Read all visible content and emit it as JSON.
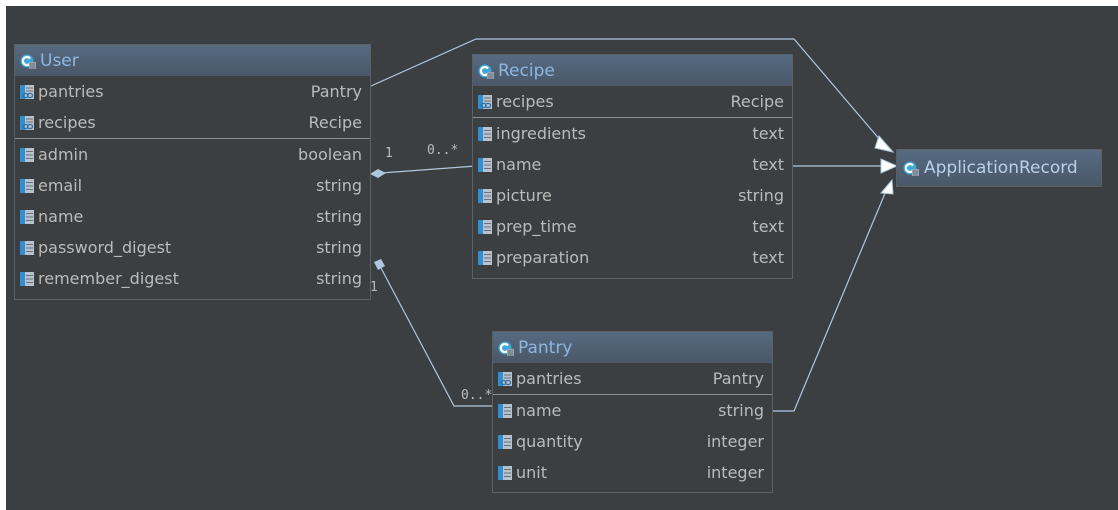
{
  "icons": {
    "class": "class-icon",
    "field": "field-icon",
    "association": "association-icon"
  },
  "colors": {
    "canvas": "#3c3f41",
    "header": "#566a80",
    "edge": "#afc6e0",
    "text": "#bbbbbb",
    "header_text": "#8fb6e3"
  },
  "entities": {
    "user": {
      "name": "User",
      "associations": [
        {
          "label": "pantries",
          "type": "Pantry"
        },
        {
          "label": "recipes",
          "type": "Recipe"
        }
      ],
      "fields": [
        {
          "label": "admin",
          "type": "boolean"
        },
        {
          "label": "email",
          "type": "string"
        },
        {
          "label": "name",
          "type": "string"
        },
        {
          "label": "password_digest",
          "type": "string"
        },
        {
          "label": "remember_digest",
          "type": "string"
        }
      ]
    },
    "recipe": {
      "name": "Recipe",
      "associations": [
        {
          "label": "recipes",
          "type": "Recipe"
        }
      ],
      "fields": [
        {
          "label": "ingredients",
          "type": "text"
        },
        {
          "label": "name",
          "type": "text"
        },
        {
          "label": "picture",
          "type": "string"
        },
        {
          "label": "prep_time",
          "type": "text"
        },
        {
          "label": "preparation",
          "type": "text"
        }
      ]
    },
    "pantry": {
      "name": "Pantry",
      "associations": [
        {
          "label": "pantries",
          "type": "Pantry"
        }
      ],
      "fields": [
        {
          "label": "name",
          "type": "string"
        },
        {
          "label": "quantity",
          "type": "integer"
        },
        {
          "label": "unit",
          "type": "integer"
        }
      ]
    },
    "application_record": {
      "name": "ApplicationRecord"
    }
  },
  "relations": {
    "user_recipe": {
      "source_multiplicity": "1",
      "target_multiplicity": "0..*"
    },
    "user_pantry": {
      "source_multiplicity": "1",
      "target_multiplicity": "0..*"
    }
  }
}
